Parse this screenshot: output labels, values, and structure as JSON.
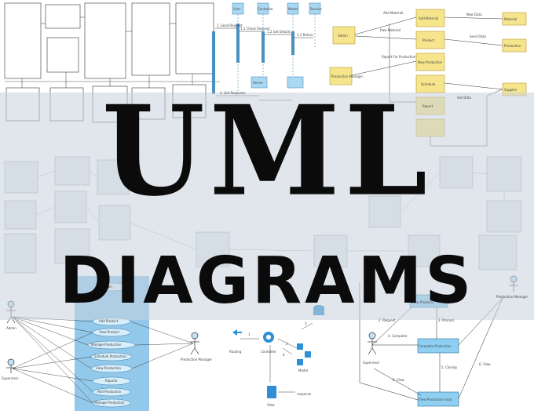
{
  "title": {
    "line1": "UML",
    "line2": "DIAGRAMS"
  },
  "colors": {
    "band": "#c9d2dc",
    "usecase_panel": "#7fc0e6",
    "activity_box": "#8fd0f2",
    "sequence_box": "#a9d8f0",
    "note_yellow": "#f6e58d",
    "title_text": "#0b0b0b"
  },
  "diagram_labels": {
    "activity": {
      "top": "View Products",
      "complete": "Complete Production",
      "bottom": "View Production Goal",
      "arrows": [
        "2. Request",
        "3. Process",
        "4. Complete",
        "5. Closing",
        "6. View",
        "8. View"
      ],
      "actors": [
        "Supervisor",
        "Production Manager"
      ]
    },
    "usecase": {
      "actors": [
        "Admin",
        "Supervisor",
        "Production Manager"
      ],
      "cases": [
        "Login",
        "Add Product",
        "View Product",
        "Manage Production",
        "Schedule Production",
        "View Production",
        "Reports",
        "Add Production",
        "Manage Production"
      ]
    },
    "flow": {
      "nodes": [
        "Routing",
        "Controller",
        "Model",
        "View"
      ],
      "edges": [
        "1",
        "2",
        "3",
        "4",
        "response"
      ]
    },
    "sequence": {
      "messages": [
        "1. Send Request",
        "1.1 Check Request",
        "1.2 Get Details",
        "1.3 Return",
        "2. Get Response"
      ],
      "lifelines": [
        "User",
        "Controller",
        "Model",
        "Service",
        "Server"
      ]
    },
    "class": {
      "classes": [
        "Add Material",
        "Product",
        "New Production",
        "Schedule",
        "Report",
        "Material",
        "Production",
        "Supplier",
        "Admin",
        "Production Manager"
      ],
      "edge_labels": [
        "Add Material",
        "Raw Material",
        "New Data",
        "Report For Production",
        "Send Data",
        "Get Data"
      ]
    }
  }
}
